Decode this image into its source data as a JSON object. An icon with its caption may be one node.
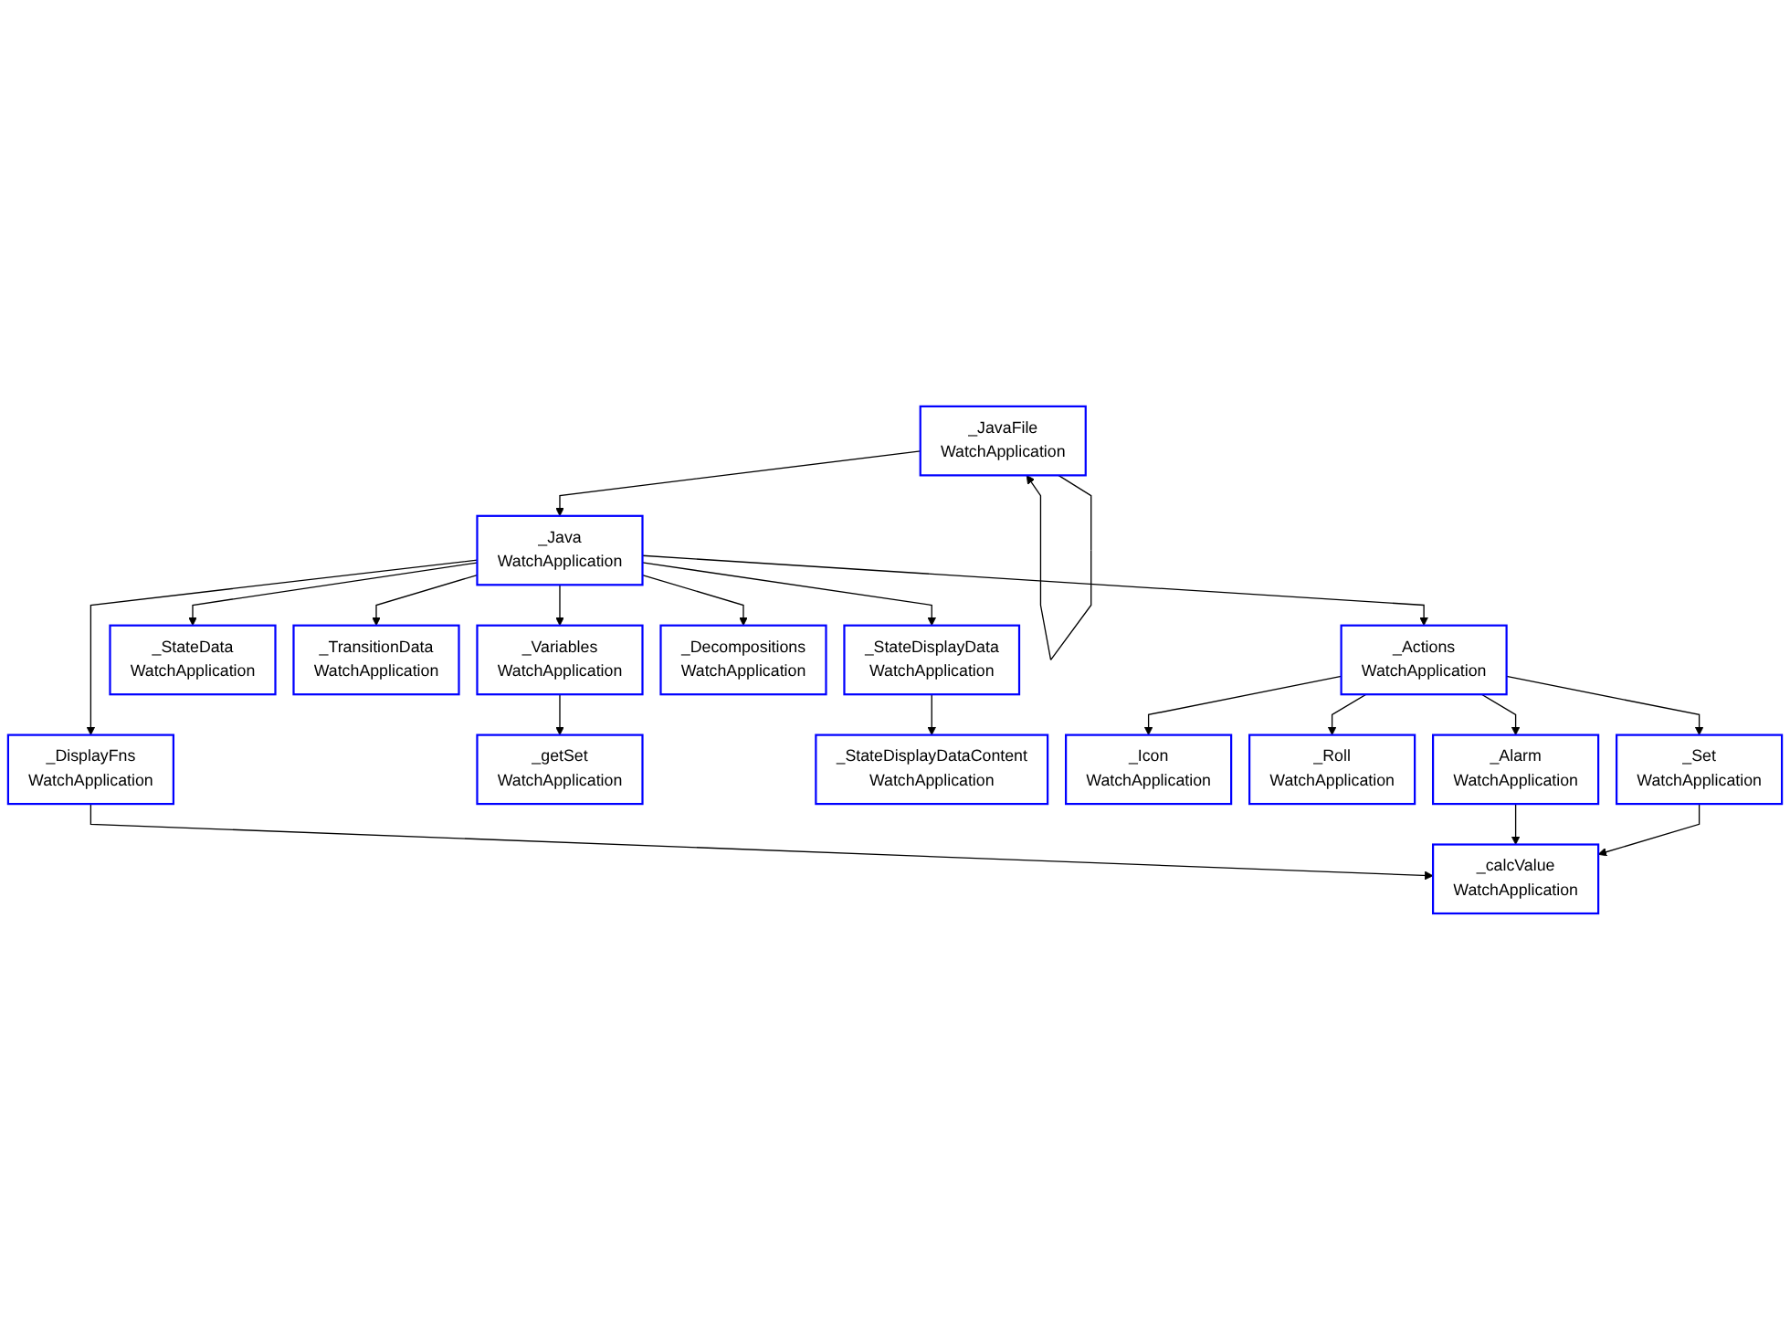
{
  "diagram": {
    "nodes": [
      {
        "text": [
          "_JavaFile",
          "WatchApplication"
        ]
      },
      {
        "text": [
          "_Java",
          "WatchApplication"
        ]
      },
      {
        "text": [
          "_Variables",
          "WatchApplication"
        ]
      },
      {
        "text": [
          "_StateData",
          "WatchApplication"
        ]
      },
      {
        "text": [
          "_TransitionData",
          "WatchApplication"
        ]
      },
      {
        "text": [
          "_StateDisplayData",
          "WatchApplication"
        ]
      },
      {
        "text": [
          "_Decompositions",
          "WatchApplication"
        ]
      },
      {
        "text": [
          "_Actions",
          "WatchApplication"
        ]
      },
      {
        "text": [
          "_DisplayFns",
          "WatchApplication"
        ]
      },
      {
        "text": [
          "_getSet",
          "WatchApplication"
        ]
      },
      {
        "text": [
          "_StateDisplayDataContent",
          "WatchApplication"
        ]
      },
      {
        "text": [
          "_Icon",
          "WatchApplication"
        ]
      },
      {
        "text": [
          "_Roll",
          "WatchApplication"
        ]
      },
      {
        "text": [
          "_Set",
          "WatchApplication"
        ]
      },
      {
        "text": [
          "_Alarm",
          "WatchApplication"
        ]
      },
      {
        "text": [
          "_calcValue",
          "WatchApplication"
        ]
      }
    ],
    "edges": [
      {
        "from": 0,
        "to": 0,
        "arrow": "to"
      },
      {
        "from": 0,
        "to": 1,
        "arrow": "to"
      },
      {
        "from": 1,
        "to": 2,
        "arrow": "to"
      },
      {
        "from": 1,
        "to": 3,
        "arrow": "to"
      },
      {
        "from": 1,
        "to": 4,
        "arrow": "to"
      },
      {
        "from": 1,
        "to": 5,
        "arrow": "to"
      },
      {
        "from": 1,
        "to": 6,
        "arrow": "to"
      },
      {
        "from": 1,
        "to": 7,
        "arrow": "to"
      },
      {
        "from": 1,
        "to": 8,
        "arrow": "to"
      },
      {
        "from": 2,
        "to": 9,
        "arrow": "to"
      },
      {
        "from": 5,
        "to": 10,
        "arrow": "to"
      },
      {
        "from": 7,
        "to": 11,
        "arrow": "to"
      },
      {
        "from": 7,
        "to": 12,
        "arrow": "to"
      },
      {
        "from": 7,
        "to": 13,
        "arrow": "to"
      },
      {
        "from": 7,
        "to": 14,
        "arrow": "to"
      },
      {
        "from": 13,
        "to": 15,
        "arrow": "to"
      },
      {
        "from": 14,
        "to": 15,
        "arrow": "to"
      },
      {
        "from": 8,
        "to": 15,
        "arrow": "to"
      }
    ]
  }
}
